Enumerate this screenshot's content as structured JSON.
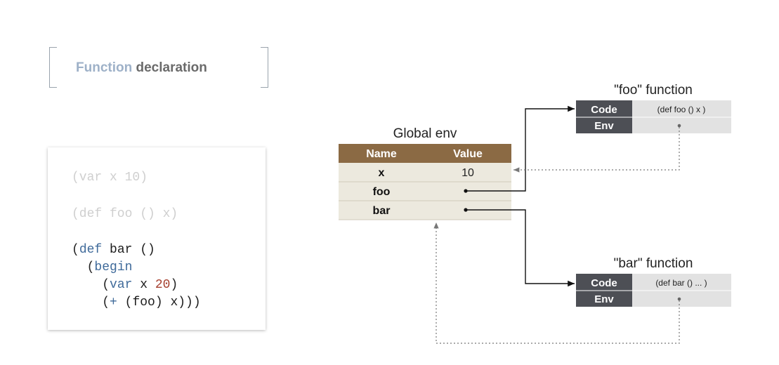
{
  "title": {
    "part1": "Function",
    "part2": "declaration"
  },
  "code": {
    "line1": "(var x 10)",
    "line2": "(def foo () x)",
    "line3": {
      "open": "(",
      "kw": "def",
      "rest": " bar ()"
    },
    "line4": {
      "indent": "  ",
      "open": "(",
      "kw": "begin"
    },
    "line5": {
      "indent": "    ",
      "open": "(",
      "kw": "var",
      "mid": " x ",
      "num": "20",
      "close": ")"
    },
    "line6": {
      "indent": "    ",
      "open": "(",
      "kw": "+",
      "rest": " (foo) x)))"
    }
  },
  "global_env": {
    "title": "Global env",
    "header": {
      "name": "Name",
      "value": "Value"
    },
    "rows": [
      {
        "name": "x",
        "value": "10"
      },
      {
        "name": "foo",
        "value": ""
      },
      {
        "name": "bar",
        "value": ""
      }
    ]
  },
  "foo_function": {
    "title": "\"foo\" function",
    "code_label": "Code",
    "code_value": "(def foo () x )",
    "env_label": "Env"
  },
  "bar_function": {
    "title": "\"bar\" function",
    "code_label": "Code",
    "code_value": "(def bar () ... )",
    "env_label": "Env"
  },
  "colors": {
    "table_header": "#8b6a44",
    "row_bg": "#ece9de",
    "fn_label_bg": "#4d4f55",
    "fn_value_bg": "#e2e2e2"
  }
}
